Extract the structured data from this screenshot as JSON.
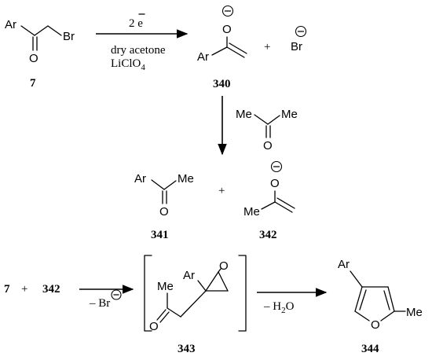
{
  "scheme": {
    "step1": {
      "reactant_number": "7",
      "above_arrow": "2 e",
      "below_arrow_line1": "dry acetone",
      "below_arrow_line2": "LiClO",
      "below_arrow_line2_sub": "4",
      "product_number": "340",
      "plus": "+",
      "byproduct": "Br"
    },
    "step2": {
      "reagent_atoms": {
        "methyl_left": "Me",
        "methyl_right": "Me",
        "oxygen": "O"
      },
      "product1_number": "341",
      "plus": "+",
      "product2_number": "342"
    },
    "step3": {
      "reactant_left": "7",
      "plus": "+",
      "reactant_right": "342",
      "below_arrow": "– Br",
      "intermediate_number": "343",
      "below_arrow2": "– H",
      "below_arrow2_sub": "2",
      "below_arrow2_tail": "O",
      "product_number": "344"
    },
    "atoms": {
      "aryl": "Ar",
      "bromine": "Br",
      "oxygen": "O",
      "methyl": "Me"
    },
    "charges": {
      "negative": "−"
    }
  }
}
